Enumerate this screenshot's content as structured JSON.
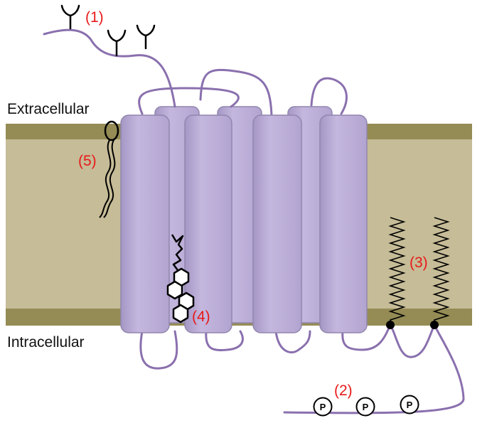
{
  "labels": {
    "extracellular": "Extracellular",
    "intracellular": "Intracellular"
  },
  "markers": [
    {
      "id": "glycosylation",
      "text": "(1)"
    },
    {
      "id": "phosphorylation",
      "text": "(2)"
    },
    {
      "id": "palmitoylation",
      "text": "(3)"
    },
    {
      "id": "cholesterol",
      "text": "(4)"
    },
    {
      "id": "gpi-anchor",
      "text": "(5)"
    }
  ],
  "phospho_symbol": "P",
  "colors": {
    "membrane_outer": "#958c55",
    "membrane_core": "#c6bc97",
    "helix_fill": "#bdb0d7",
    "helix_stroke": "#9286ad",
    "protein_chain": "#8a70ae",
    "marker_text": "#e8191a",
    "label_text": "#111111"
  }
}
